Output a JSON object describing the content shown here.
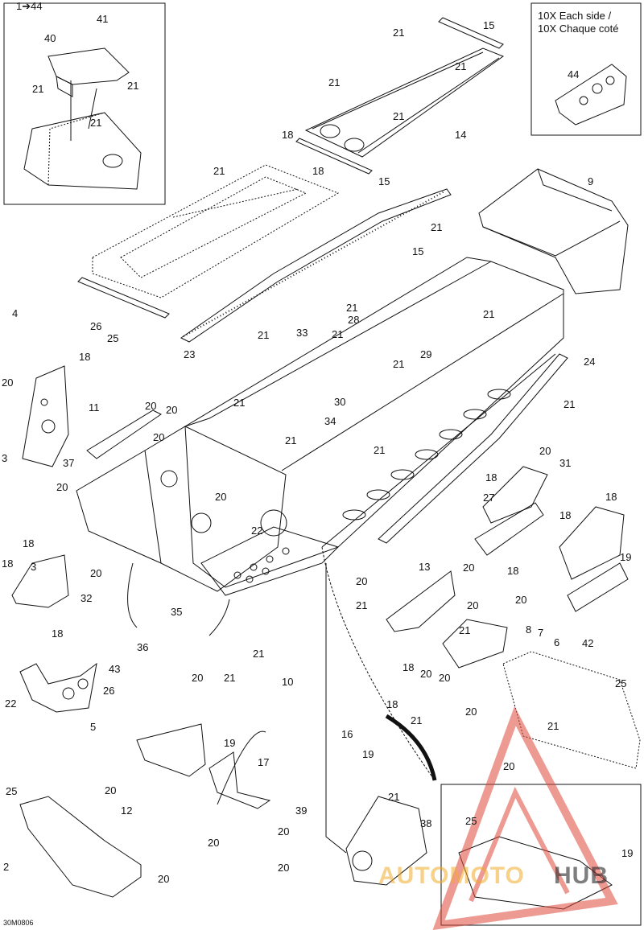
{
  "diagram": {
    "drawing_code": "30M0806",
    "inset_note": {
      "line1": "10X Each side /",
      "line2": "10X Chaque coté"
    },
    "watermark": {
      "left": "AUTOMOTO",
      "right": "HUB"
    },
    "callouts": [
      "41",
      "40",
      "21",
      "21",
      "21",
      "21",
      "15",
      "21",
      "21",
      "21",
      "14",
      "44",
      "18",
      "21",
      "18",
      "15",
      "9",
      "21",
      "15",
      "1➔44",
      "21",
      "21",
      "28",
      "21",
      "4",
      "26",
      "25",
      "18",
      "33",
      "21",
      "23",
      "21",
      "29",
      "24",
      "20",
      "11",
      "3",
      "20",
      "20",
      "21",
      "20",
      "37",
      "30",
      "34",
      "21",
      "21",
      "20",
      "20",
      "21",
      "20",
      "18",
      "31",
      "18",
      "3",
      "18",
      "27",
      "18",
      "18",
      "32",
      "18",
      "22",
      "19",
      "20",
      "20",
      "18",
      "35",
      "20",
      "21",
      "13",
      "20",
      "20",
      "7",
      "36",
      "18",
      "21",
      "6",
      "42",
      "20",
      "21",
      "8",
      "20",
      "21",
      "10",
      "20",
      "20",
      "43",
      "22",
      "26",
      "5",
      "25",
      "18",
      "21",
      "16",
      "19",
      "21",
      "19",
      "20",
      "25",
      "17",
      "20",
      "12",
      "39",
      "20",
      "21",
      "38",
      "25",
      "2",
      "20",
      "19",
      "20",
      "20"
    ]
  }
}
